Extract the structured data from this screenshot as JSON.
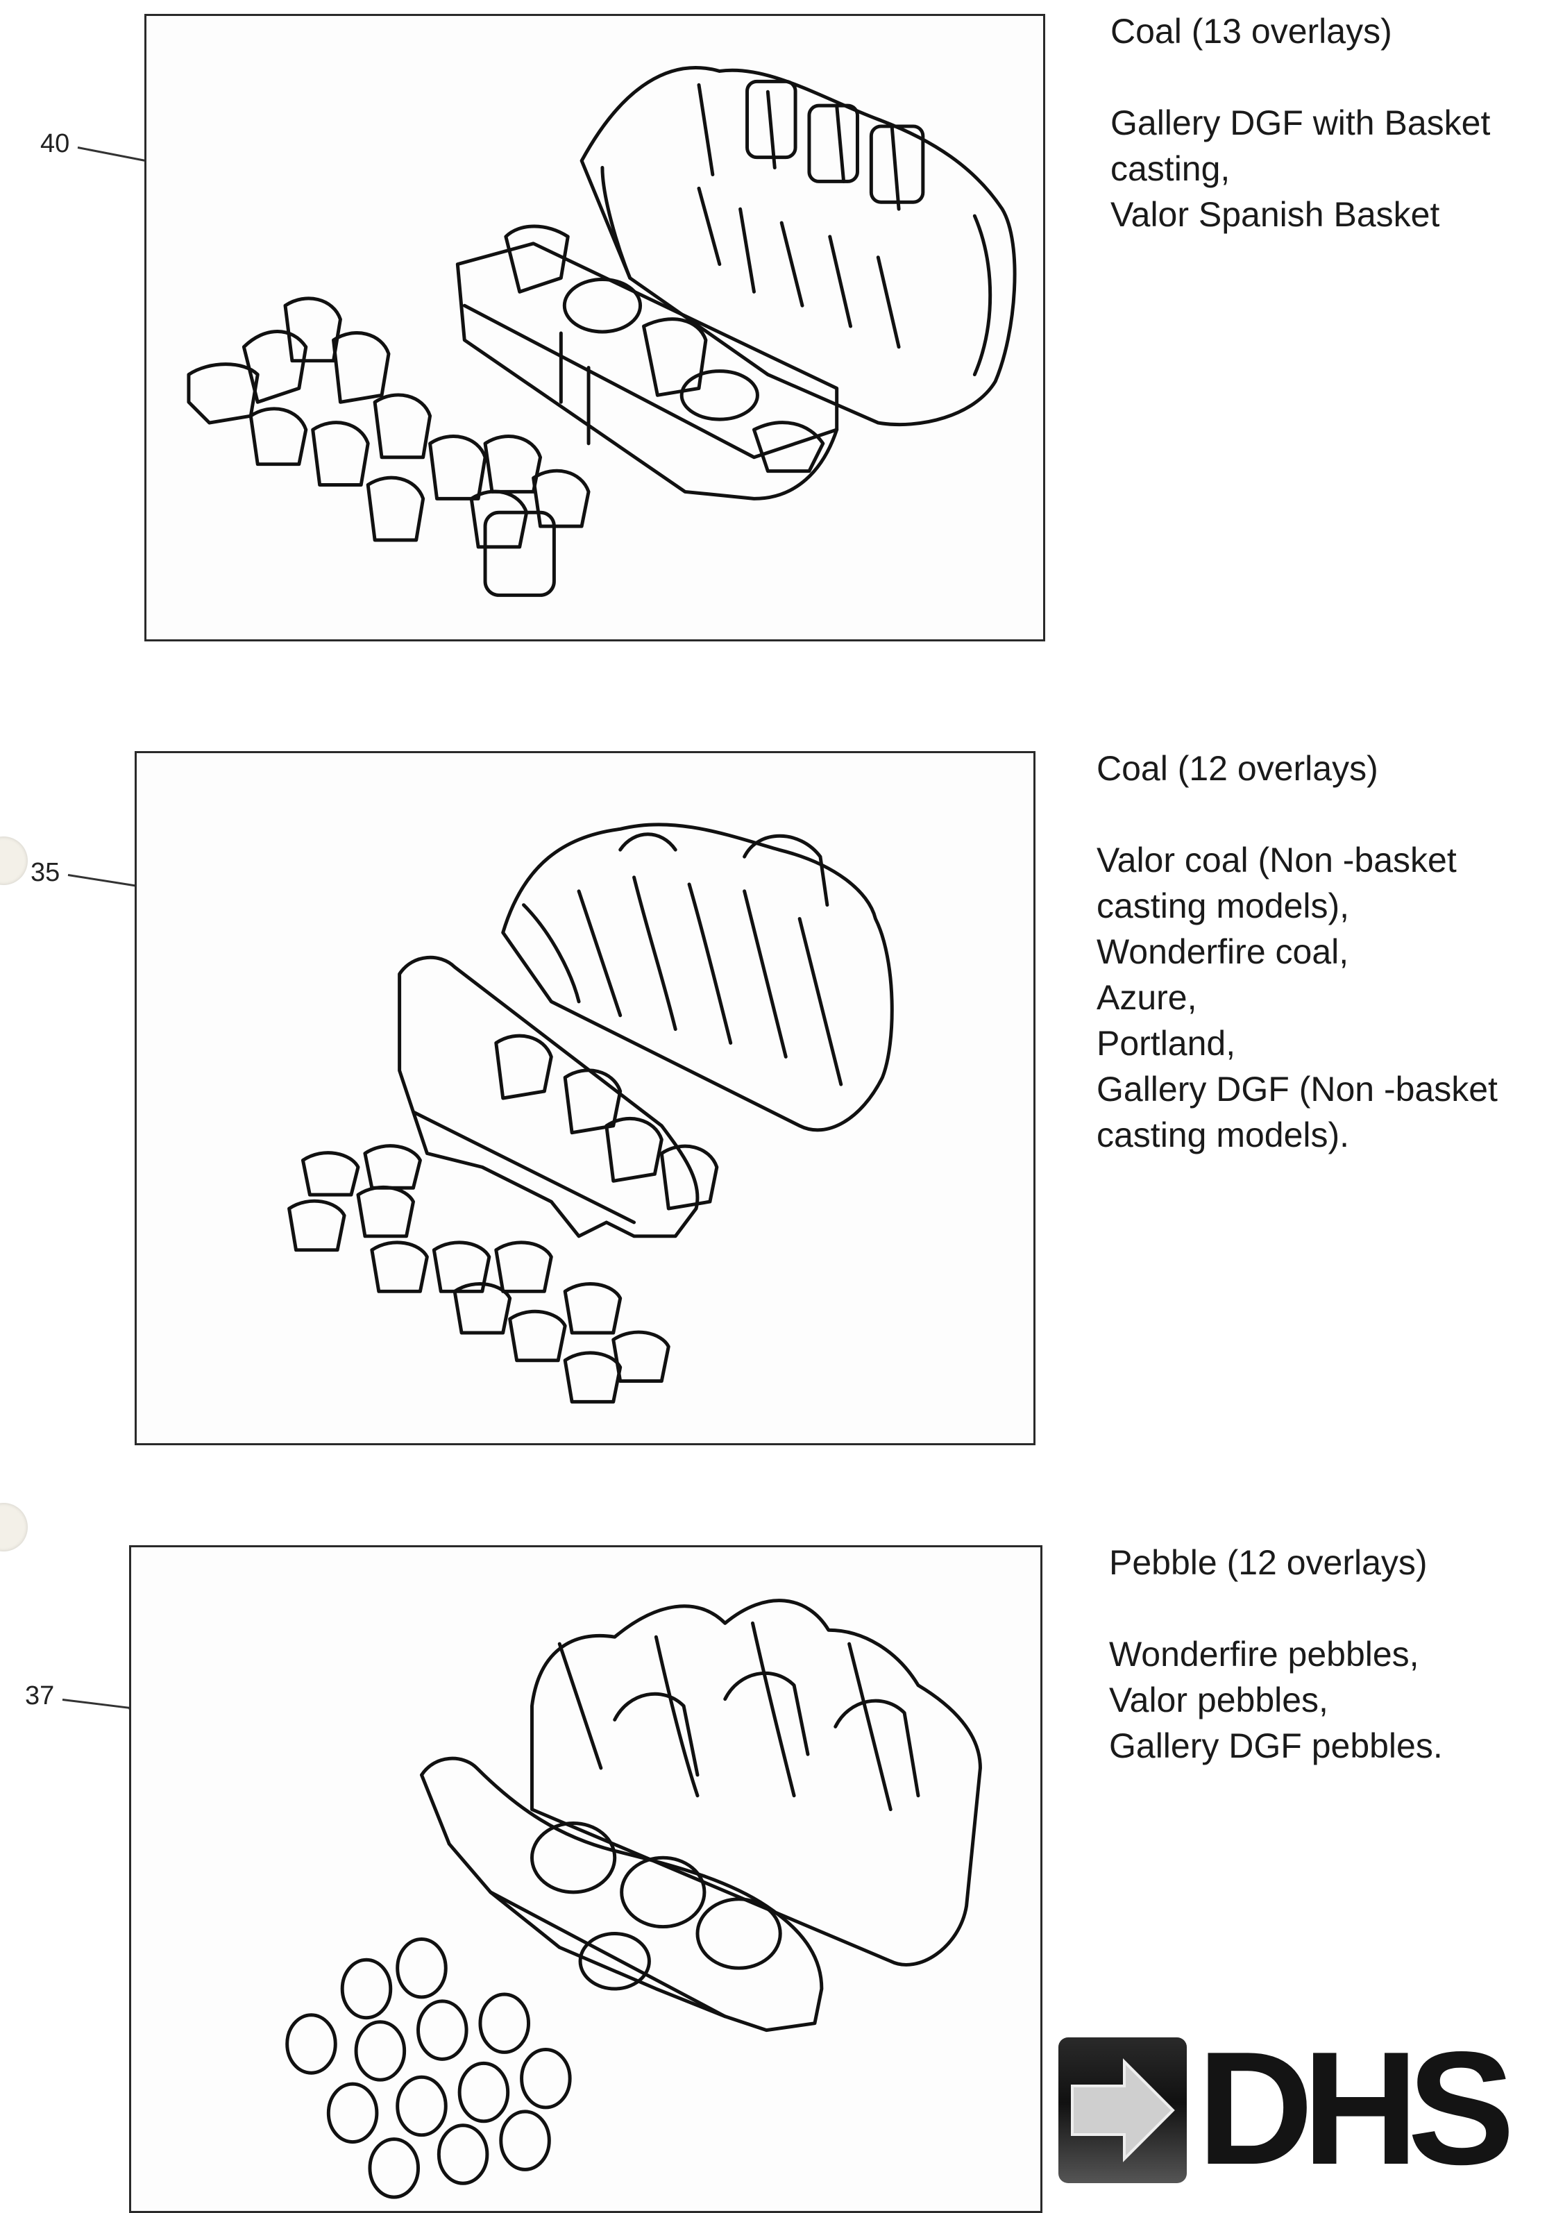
{
  "entries": [
    {
      "callout": "40",
      "title": "Coal (13 overlays)",
      "lines": [
        "Gallery DGF with Basket",
        "casting,",
        "Valor Spanish Basket"
      ]
    },
    {
      "callout": "35",
      "title": "Coal (12 overlays)",
      "lines": [
        "Valor coal (Non -basket",
        "casting models),",
        "Wonderfire coal,",
        "Azure,",
        "Portland,",
        "Gallery DGF (Non -basket",
        "casting models)."
      ]
    },
    {
      "callout": "37",
      "title": "Pebble (12 overlays)",
      "lines": [
        "Wonderfire pebbles,",
        "Valor pebbles,",
        "Gallery DGF pebbles."
      ]
    }
  ],
  "logo": {
    "text": "DHS",
    "icon": "arrow-right-icon"
  }
}
